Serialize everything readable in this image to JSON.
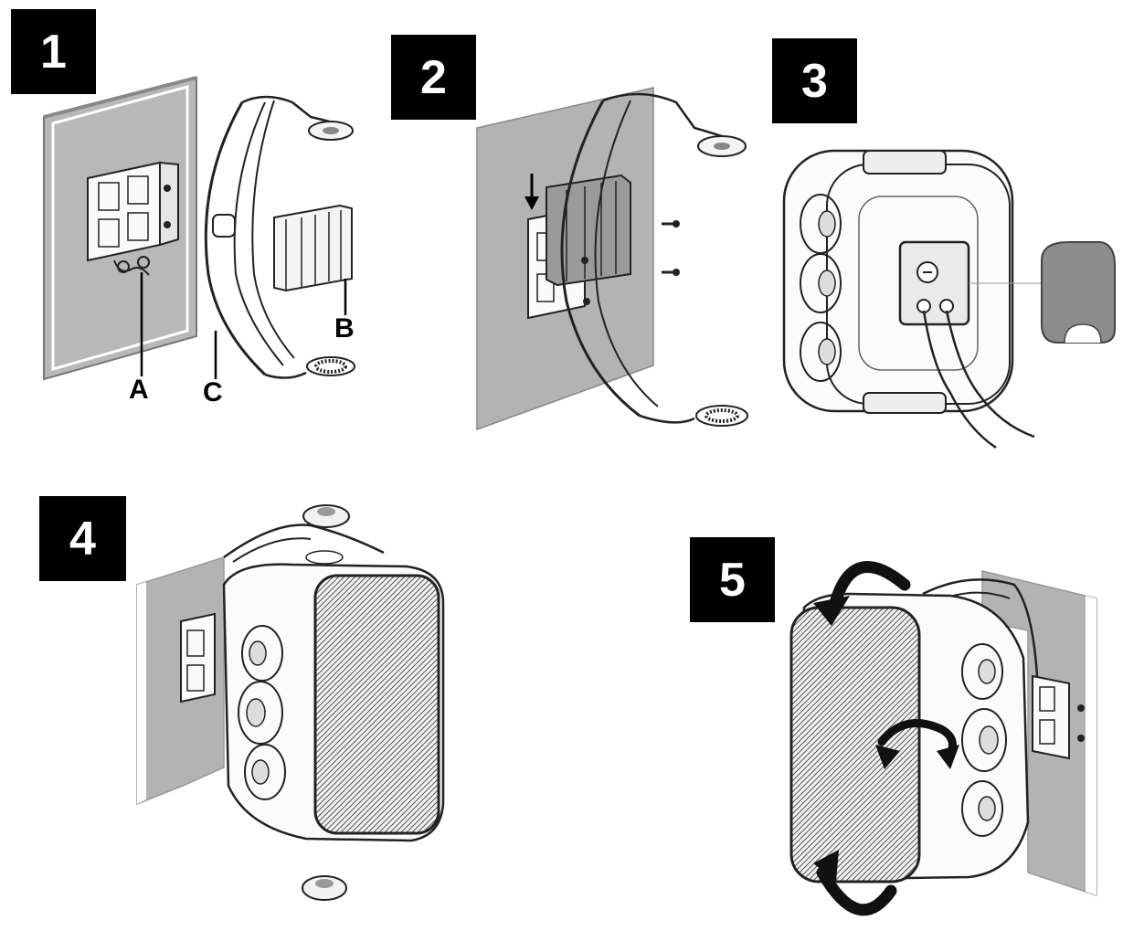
{
  "steps": [
    {
      "number": "1"
    },
    {
      "number": "2"
    },
    {
      "number": "3"
    },
    {
      "number": "4"
    },
    {
      "number": "5"
    }
  ],
  "callouts": {
    "a": "A",
    "b": "B",
    "c": "C"
  },
  "colors": {
    "wall": "#b3b3b3",
    "wall_edge": "#9a9a9a",
    "line": "#222222",
    "badge": "#000000"
  }
}
